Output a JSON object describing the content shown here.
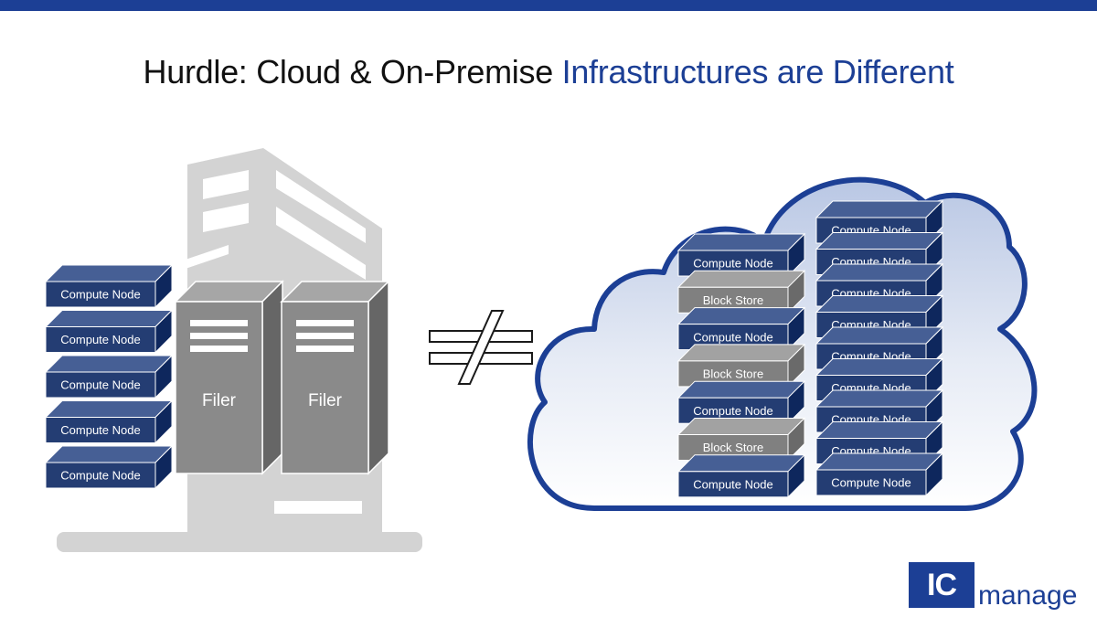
{
  "slide": {
    "title_prefix": "Hurdle: Cloud & On-Premise",
    "title_accent": "Infrastructures are Different"
  },
  "on_premise": {
    "compute_nodes": [
      "Compute Node",
      "Compute Node",
      "Compute Node",
      "Compute Node",
      "Compute Node"
    ],
    "filers": [
      "Filer",
      "Filer"
    ]
  },
  "comparison_symbol": "≠",
  "cloud": {
    "left_stack": [
      "Compute Node",
      "Block Store",
      "Compute Node",
      "Block Store",
      "Compute Node",
      "Block Store",
      "Compute Node"
    ],
    "right_stack": [
      "Compute Node",
      "Compute Node",
      "Compute Node",
      "Compute Node",
      "Compute Node",
      "Compute Node",
      "Compute Node",
      "Compute Node",
      "Compute Node"
    ]
  },
  "logo": {
    "mark": "IC",
    "word": "manage"
  },
  "colors": {
    "brand_blue": "#1c3f95",
    "compute_node": "#243d73",
    "block_store": "#808080",
    "building": "#d3d3d3",
    "filer": "#8a8a8a"
  }
}
